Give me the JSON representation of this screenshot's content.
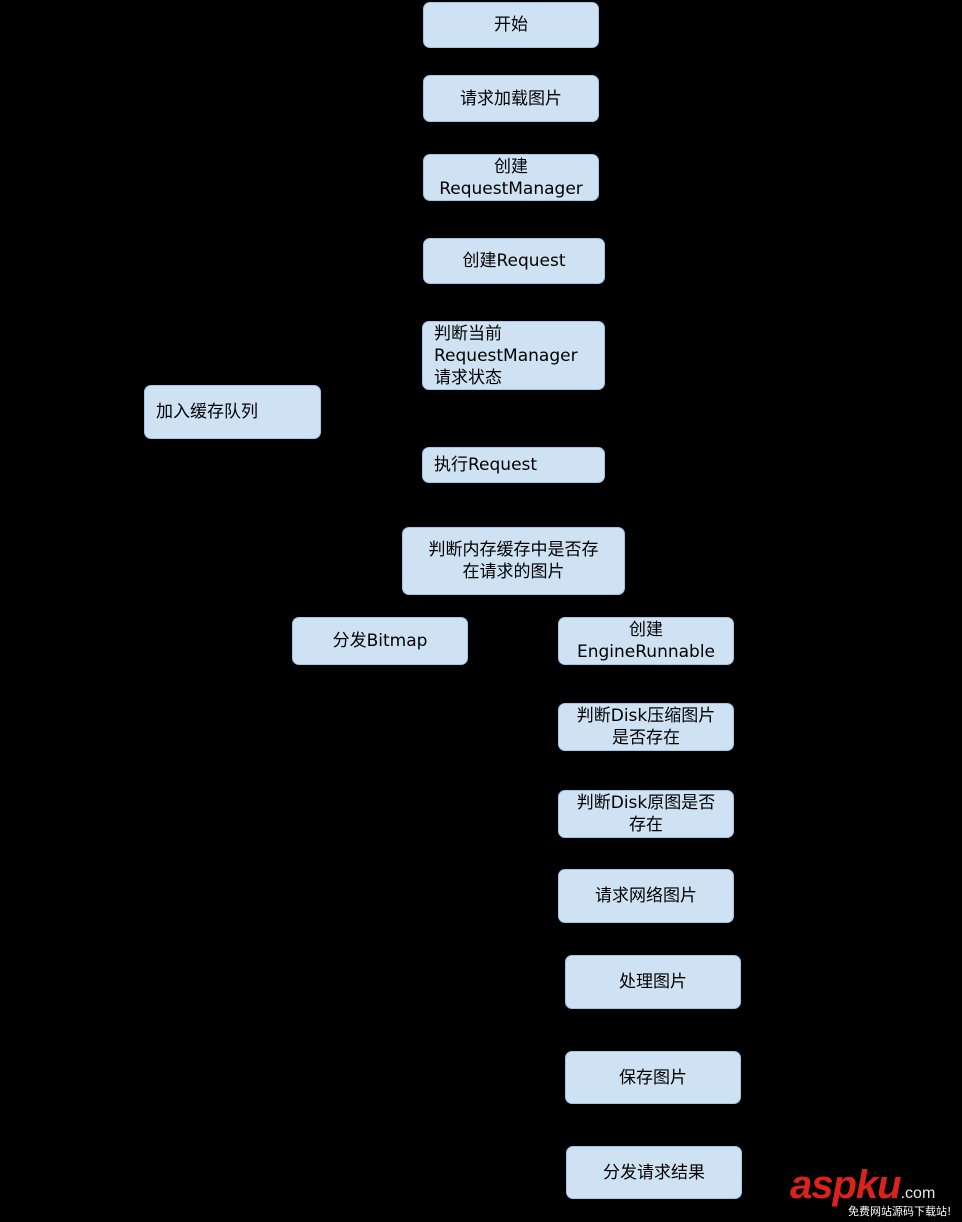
{
  "nodes": {
    "start": "开始",
    "request_load": "请求加载图片",
    "create_manager": "创建\nRequestManager",
    "create_request": "创建Request",
    "check_state": "判断当前\nRequestManager\n请求状态",
    "add_queue": "加入缓存队列",
    "execute": "执行Request",
    "check_memory": "判断内存缓存中是否存\n在请求的图片",
    "dispatch_bitmap": "分发Bitmap",
    "create_engine": "创建\nEngineRunnable",
    "check_disk_compressed": "判断Disk压缩图片\n是否存在",
    "check_disk_original": "判断Disk原图是否\n存在",
    "request_network": "请求网络图片",
    "process": "处理图片",
    "save": "保存图片",
    "dispatch_result": "分发请求结果"
  },
  "watermark": {
    "brand_a": "aspku",
    "brand_b": "",
    "suffix": ".com",
    "tagline": "免费网站源码下载站!"
  },
  "colors": {
    "background": "#000000",
    "node_fill": "#cfe2f3",
    "node_border": "#9fc5e8",
    "brand_red": "#d9231c"
  }
}
